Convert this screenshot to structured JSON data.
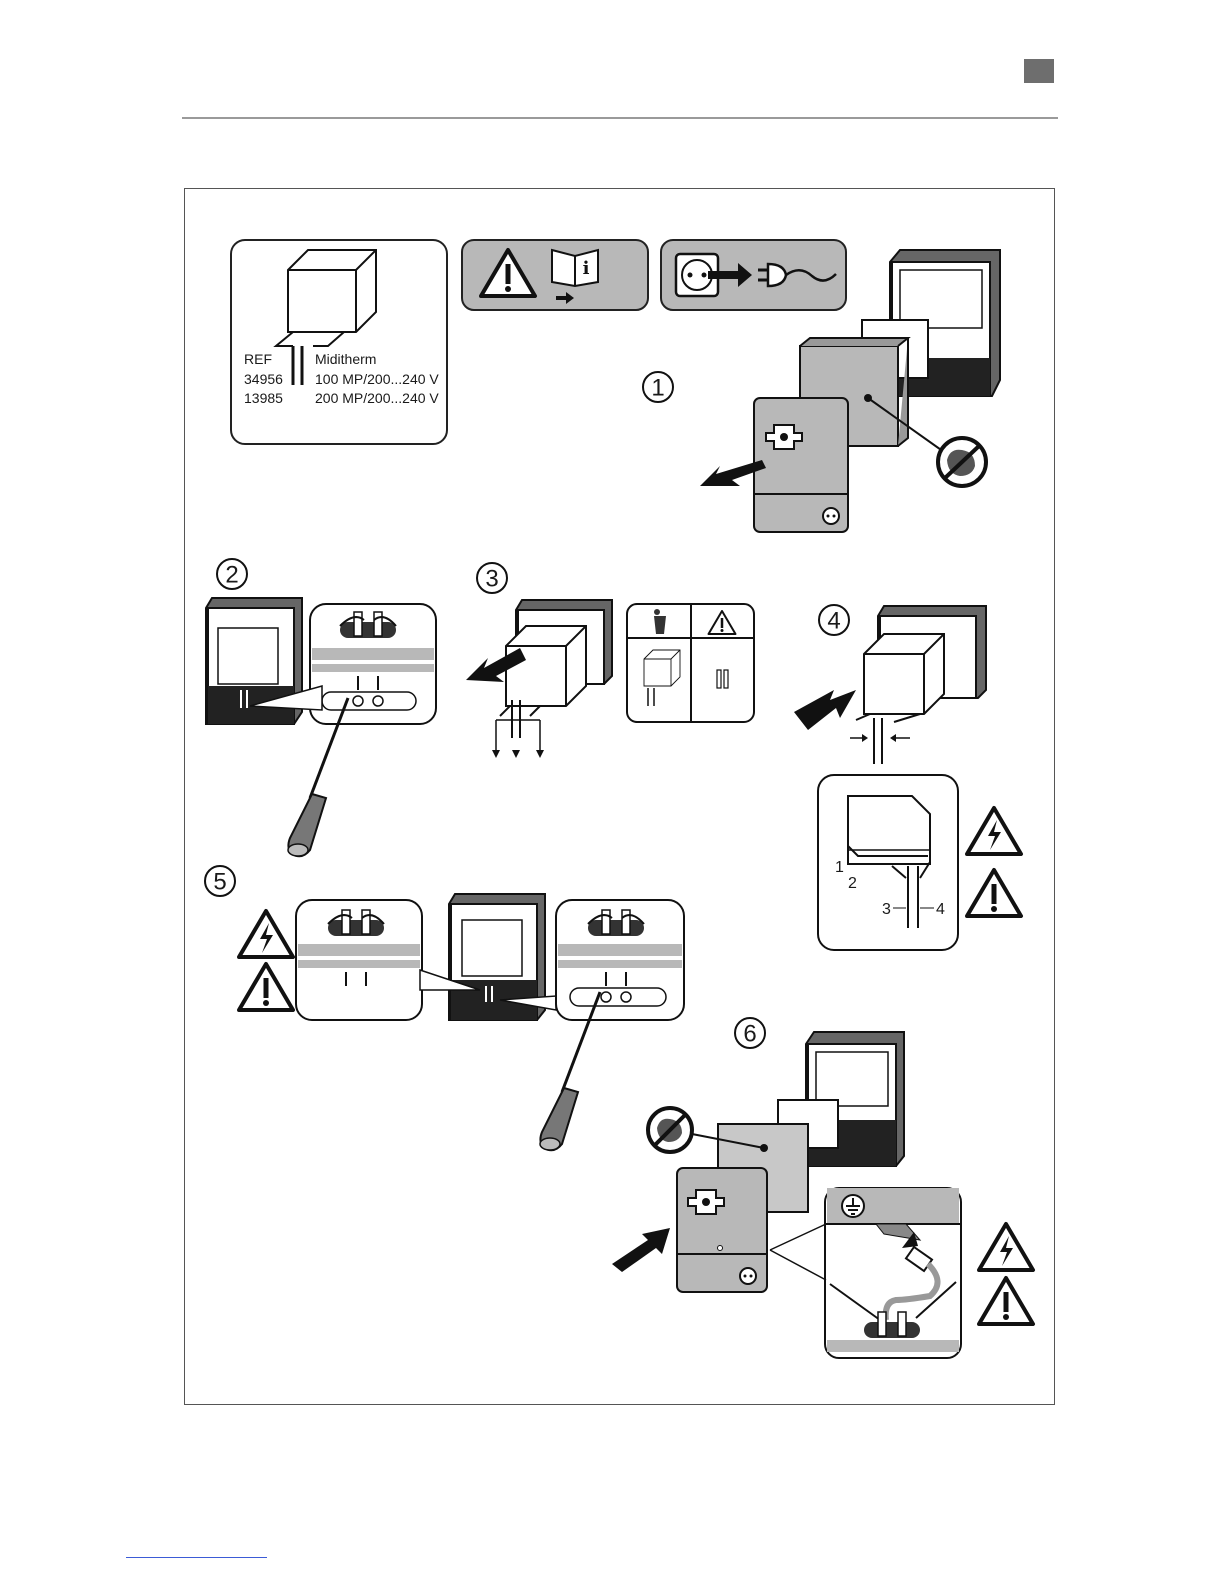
{
  "reference_card": {
    "ref_header": "REF",
    "model_header": "Miditherm",
    "rows": [
      {
        "ref": "34956",
        "model": "100 MP/200...240 V"
      },
      {
        "ref": "13985",
        "model": "200 MP/200...240 V"
      }
    ]
  },
  "steps": [
    "1",
    "2",
    "3",
    "4",
    "5",
    "6"
  ],
  "detail_labels": [
    "1",
    "2",
    "3",
    "4"
  ],
  "icons": {
    "warning": "warning-triangle-icon",
    "manual": "read-manual-icon",
    "unplug": "unplug-mains-icon",
    "electric": "high-voltage-icon",
    "dispose": "waste-bin-icon",
    "earth": "ground-symbol-icon",
    "antistatic": "esd-gloves-icon"
  },
  "colors": {
    "panel_gray": "#b8b8b8",
    "dark_gray": "#555555",
    "light_gray": "#d2d2d2",
    "black": "#111111",
    "accent_square": "#6e6e6e"
  }
}
